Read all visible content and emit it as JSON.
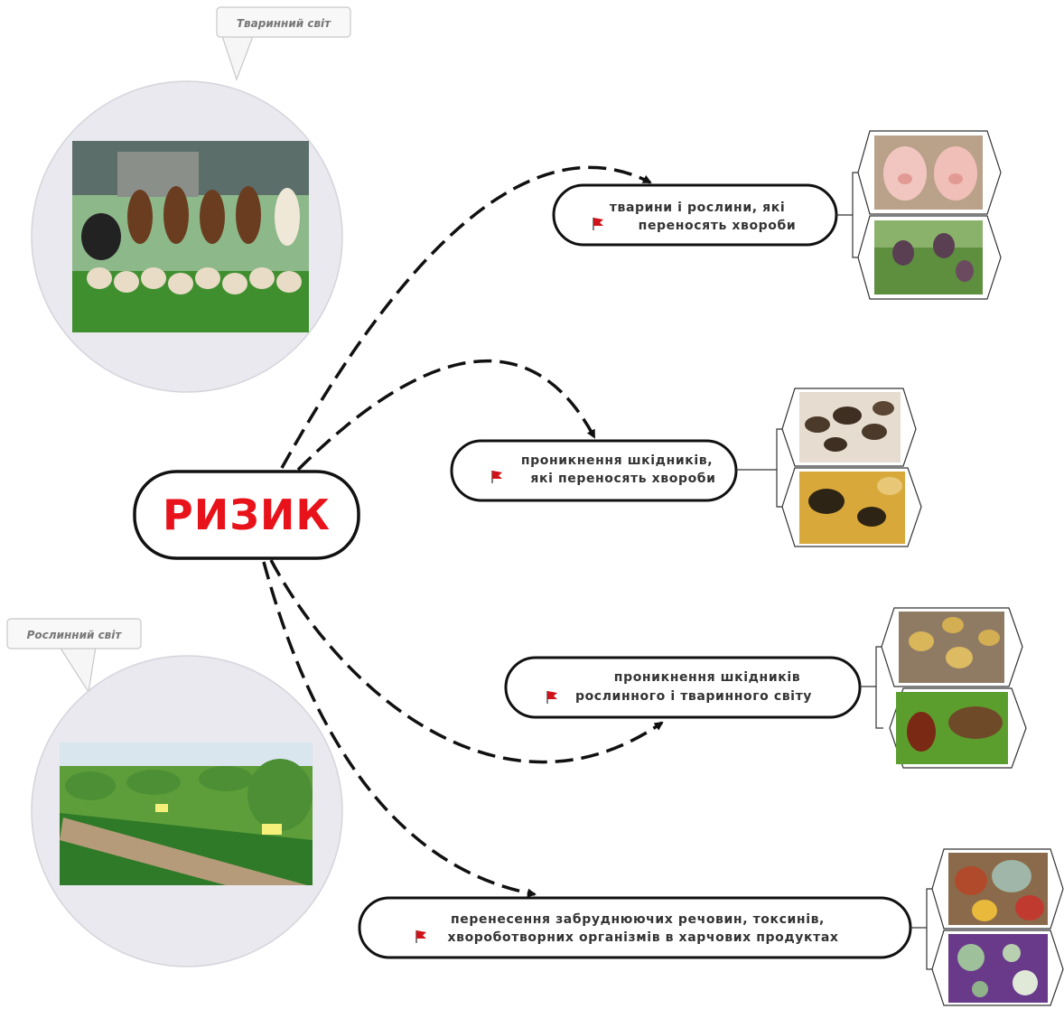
{
  "central_topic": {
    "label": "РИЗИК",
    "color": "#e8121a"
  },
  "callouts": [
    {
      "label": "Тваринний світ",
      "image": "farm-animals-photo"
    },
    {
      "label": "Рослинний світ",
      "image": "crop-field-photo"
    }
  ],
  "branches": [
    {
      "line1": "тварини і рослини, які",
      "line2": "переносять хвороби",
      "images": [
        "pigs-photo",
        "flowers-photo"
      ]
    },
    {
      "line1": "проникнення  шкідників,",
      "line2": "які переносять хвороби",
      "images": [
        "pests-photo",
        "beetles-photo"
      ]
    },
    {
      "line1": "проникнення шкідників",
      "line2": "рослинного і тваринного світу",
      "images": [
        "mites-photo",
        "bugs-photo"
      ]
    },
    {
      "line1": "перенесення забруднюючих речовин, токсинів,",
      "line2": "хвороботворних організмів в харчових продуктах",
      "images": [
        "moldy-food-photo",
        "microbes-photo"
      ]
    }
  ],
  "marker": {
    "name": "flag-icon",
    "color": "#d0121a"
  }
}
